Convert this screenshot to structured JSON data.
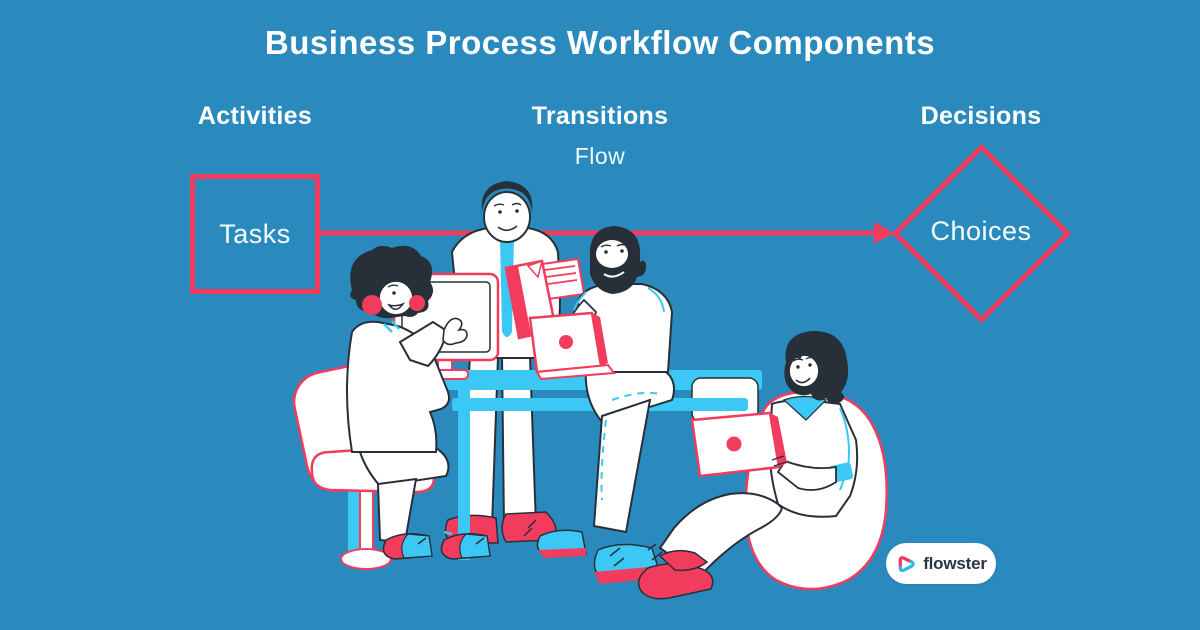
{
  "title": "Business Process Workflow Components",
  "columns": [
    {
      "label": "Activities"
    },
    {
      "label": "Transitions",
      "sublabel": "Flow"
    },
    {
      "label": "Decisions"
    }
  ],
  "nodes": {
    "task": "Tasks",
    "decision": "Choices"
  },
  "branding": {
    "logo_text": "flowster",
    "logo_icon": "flowster-triangle-logo"
  },
  "colors": {
    "background": "#2b8abd",
    "accent_red": "#f23c5e",
    "accent_cyan": "#3cc8f4",
    "ink_navy": "#273039",
    "white": "#ffffff"
  },
  "illustration": {
    "name": "team-collaboration-illustration",
    "alt": "Four people working together around a desk with a monitor, laptops, papers and a bean bag"
  }
}
